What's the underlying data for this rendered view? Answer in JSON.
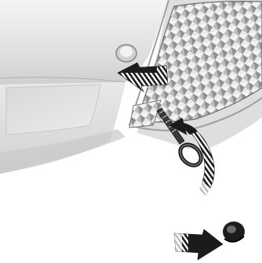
{
  "figure": {
    "panels": [
      {
        "name": "bumper-panel",
        "callout": "insert-hook-arrow"
      },
      {
        "name": "cover-panel",
        "callout": "remove-cover-arrow"
      }
    ],
    "colors": {
      "background": "#ffffff",
      "body_light": "#eeeeee",
      "body_mid": "#dcdcdc",
      "body_dark": "#c4c4c4",
      "grille": "#9a9a9a",
      "grille_light": "#e6e6e6",
      "arrow_dark": "#1a1a1a",
      "arrow_light": "#d6d6d6",
      "outline": "#5a5a5a"
    },
    "icons": [
      "push-arrow-icon",
      "towing-eye-icon",
      "cover-cap-icon",
      "slide-arrow-icon"
    ]
  }
}
